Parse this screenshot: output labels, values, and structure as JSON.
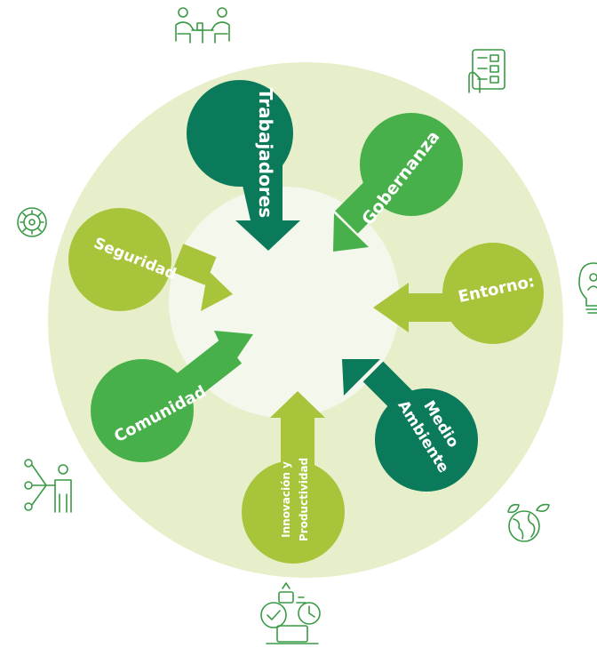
{
  "colors": {
    "outer_ring": "#e6efc9",
    "inner_disc": "#f4f7ec",
    "dark_green": "#0b7a5a",
    "mid_green": "#48b04a",
    "lime_green": "#a8c43a",
    "icon_stroke": "#3a9a45"
  },
  "pillars": [
    {
      "key": "trabajadores",
      "label": "Trabajadores",
      "color": "dark_green"
    },
    {
      "key": "gobernanza",
      "label": "Gobernanza",
      "color": "mid_green"
    },
    {
      "key": "entorno",
      "label": "Entorno:",
      "color": "lime_green"
    },
    {
      "key": "medio_ambiente",
      "label_line1": "Medio",
      "label_line2": "Ambiente",
      "color": "dark_green"
    },
    {
      "key": "innovacion",
      "label_line1": "Innovación y",
      "label_line2": "Productividad",
      "color": "lime_green"
    },
    {
      "key": "comunidad",
      "label": "Comunidad",
      "color": "mid_green"
    },
    {
      "key": "seguridad",
      "label": "Seguridad",
      "color": "lime_green"
    }
  ],
  "icons": [
    "meeting-people-icon",
    "checklist-clipboard-icon",
    "lightbulb-person-icon",
    "earth-leaves-icon",
    "productivity-laptop-icon",
    "network-person-icon",
    "gear-cycle-icon"
  ]
}
